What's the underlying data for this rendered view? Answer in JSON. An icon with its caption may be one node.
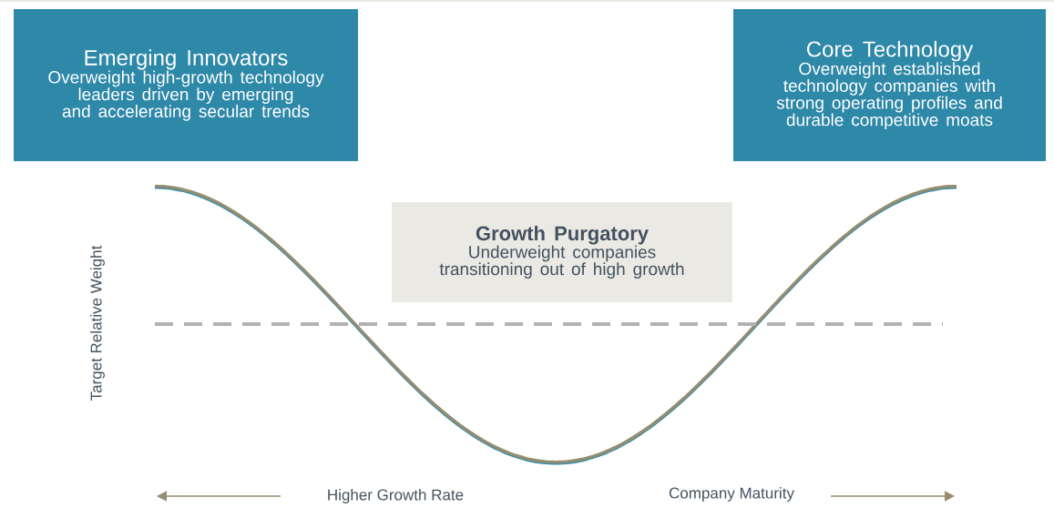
{
  "diagram": {
    "nodes": [
      {
        "text": [
          "Emerging Innovators",
          "Overweight high-growth technology leaders driven by emerging and accelerating secular trends"
        ]
      },
      {
        "text": [
          "Core Technology",
          "Overweight established technology companies with strong operating profiles and durable competitive moats"
        ]
      },
      {
        "text": [
          "Growth Purgatory",
          "Underweight companies transitioning out of high growth"
        ]
      }
    ],
    "edges": [],
    "labels": [
      "Target Relative Weight",
      "Higher Growth Rate",
      "Company Maturity"
    ]
  }
}
